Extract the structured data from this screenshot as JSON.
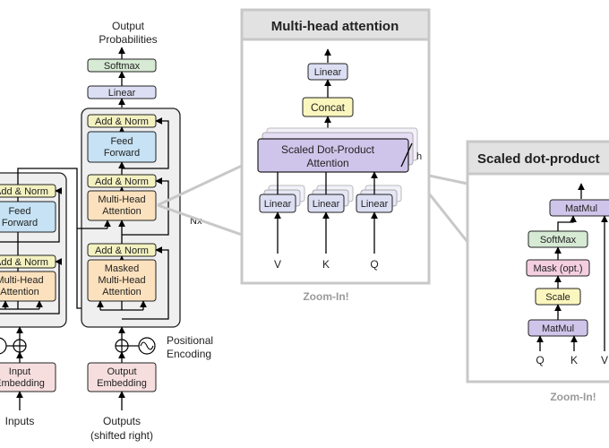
{
  "transformer": {
    "output_probabilities": [
      "Output",
      "Probabilities"
    ],
    "softmax": "Softmax",
    "linear": "Linear",
    "add_norm": "Add & Norm",
    "feed_forward": [
      "Feed",
      "Forward"
    ],
    "multi_head_attention": [
      "Multi-Head",
      "Attention"
    ],
    "masked_multi_head_attention": [
      "Masked",
      "Multi-Head",
      "Attention"
    ],
    "nx": "Nx",
    "positional_encoding": [
      "Positional",
      "Encoding"
    ],
    "input_embedding": [
      "Input",
      "Embedding"
    ],
    "output_embedding": [
      "Output",
      "Embedding"
    ],
    "inputs": "Inputs",
    "outputs": [
      "Outputs",
      "(shifted right)"
    ]
  },
  "mha": {
    "title": "Multi-head attention",
    "linear": "Linear",
    "concat": "Concat",
    "sdpa": [
      "Scaled Dot-Product",
      "Attention"
    ],
    "h": "h",
    "v": "V",
    "k": "K",
    "q": "Q",
    "zoom": "Zoom-In!"
  },
  "sdp": {
    "title": "Scaled dot-product",
    "matmul": "MatMul",
    "softmax": "SoftMax",
    "mask": "Mask (opt.)",
    "scale": "Scale",
    "q": "Q",
    "k": "K",
    "v": "V",
    "zoom": "Zoom-In!"
  },
  "colors": {
    "add_norm": "#f3f1c0",
    "feed_forward": "#c6e2f4",
    "attention": "#fbe1bd",
    "embedding": "#f7dede",
    "linear": "#dcdff3",
    "softmax": "#d6ead4",
    "concat": "#fbf6bd",
    "sdpa": "#cfc5ea",
    "mask": "#f4cfdf",
    "block_bg": "#efefef",
    "panel_border": "#c8c8c8",
    "title_bg": "#e2e2e2"
  }
}
